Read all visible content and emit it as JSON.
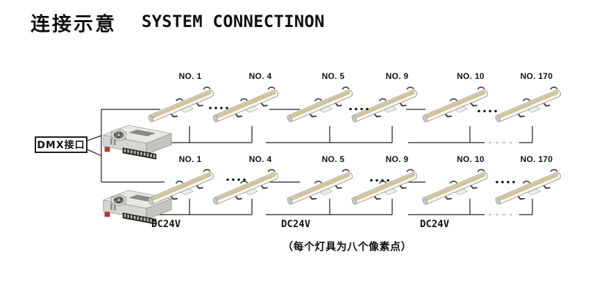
{
  "title": {
    "zh": "连接示意",
    "en": "SYSTEM CONNECTINON"
  },
  "controller": {
    "label": "DMX接口"
  },
  "rows": [
    {
      "name": "top-chain",
      "fixture_labels": [
        "NO. 1",
        "NO. 4",
        "NO. 5",
        "NO. 9",
        "NO. 10",
        "NO. 170"
      ]
    },
    {
      "name": "bottom-chain",
      "fixture_labels": [
        "NO. 1",
        "NO. 4",
        "NO. 5",
        "NO. 9",
        "NO. 10",
        "NO. 170"
      ]
    }
  ],
  "power": {
    "labels": [
      "DC24V",
      "DC24V",
      "DC24V"
    ]
  },
  "note": "（每个灯具为八个像素点）",
  "colors": {
    "line": "#181818",
    "led_strip": "#d6c593",
    "psu_body": "#e8e8e5",
    "psu_accent_red": "#c1352c",
    "continuation_dot": "#c9c9c5"
  }
}
